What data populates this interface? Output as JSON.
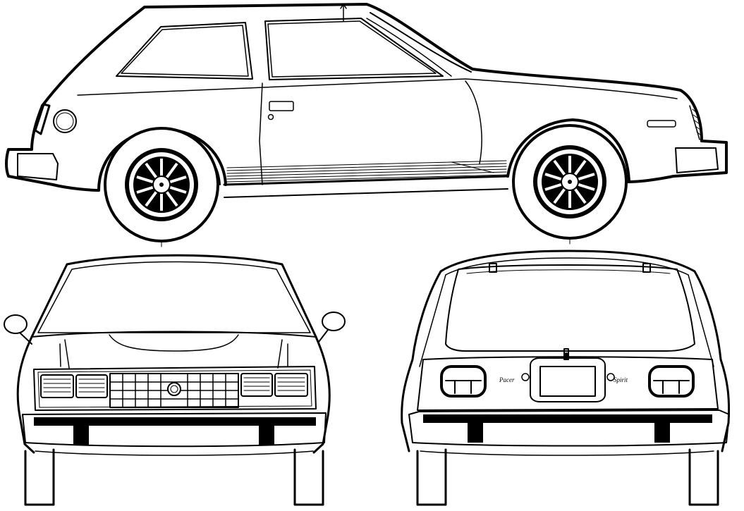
{
  "drawing": {
    "views": [
      {
        "id": "side",
        "label": ""
      },
      {
        "id": "front",
        "label": ""
      },
      {
        "id": "rear",
        "label": ""
      }
    ],
    "rear_badges": {
      "left": "Pacer",
      "right": "Spirit"
    },
    "colors": {
      "ink": "#000000",
      "paper": "#ffffff"
    }
  }
}
